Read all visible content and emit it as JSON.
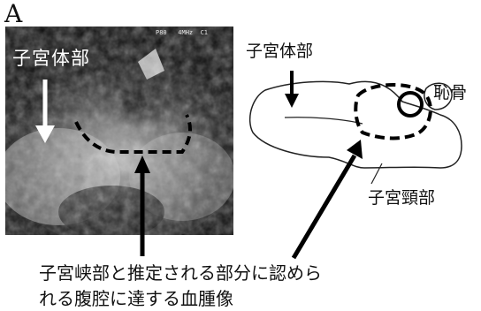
{
  "figure": {
    "panel_letter": "A",
    "ultrasound": {
      "header_text": "P80   4MHz  C1",
      "label": "子宮体部"
    },
    "schematic": {
      "uterine_body_label": "子宮体部",
      "pubis_label": "恥骨",
      "cervix_label": "子宮頸部"
    },
    "caption": {
      "line1": "子宮峡部と推定される部分に認めら",
      "line2": "れる腹腔に達する血腫像"
    }
  }
}
